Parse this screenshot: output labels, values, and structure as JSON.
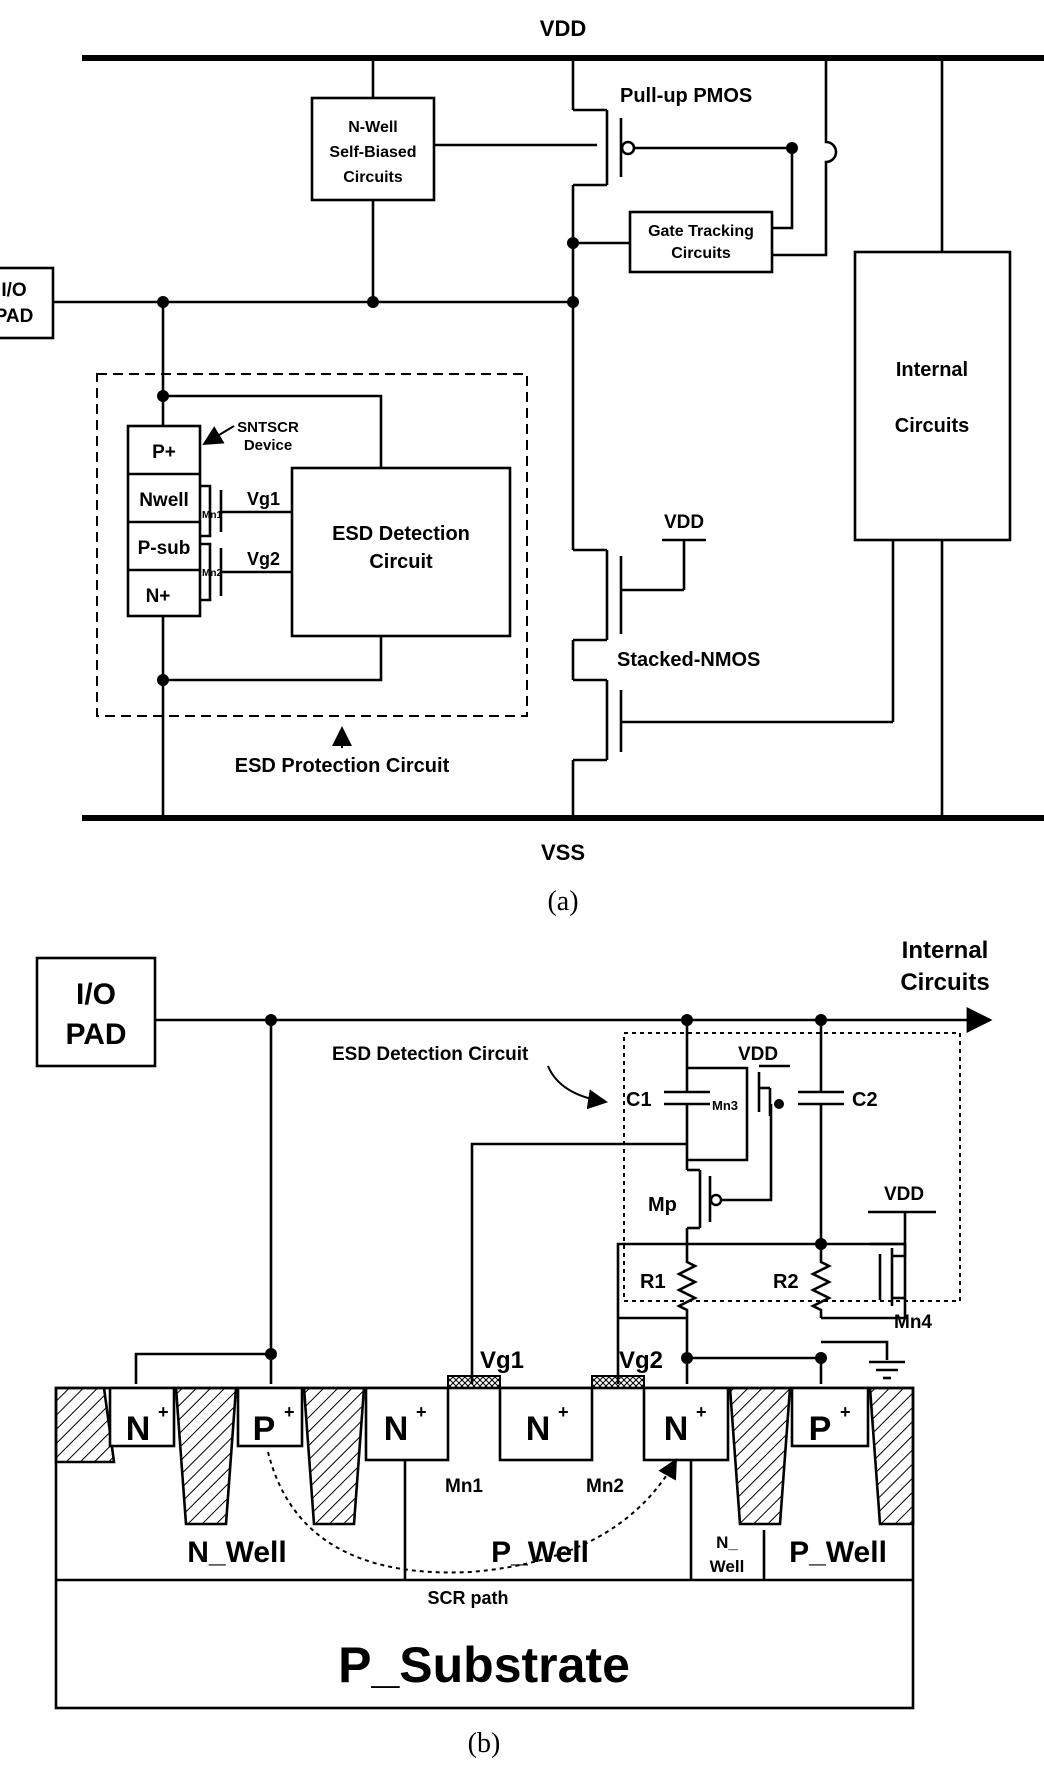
{
  "part_a": {
    "caption": "(a)",
    "vdd": "VDD",
    "vss": "VSS",
    "io_pad": [
      "I/O",
      "PAD"
    ],
    "nwell_box": [
      "N-Well",
      "Self-Biased",
      "Circuits"
    ],
    "pullup": "Pull-up PMOS",
    "gate_tracking": [
      "Gate Tracking",
      "Circuits"
    ],
    "internal": [
      "Internal",
      "Circuits"
    ],
    "sntscr": [
      "SNTSCR",
      "Device"
    ],
    "device_layers": [
      "P+",
      "Nwell",
      "P-sub",
      "N+"
    ],
    "mn1": "Mn1",
    "mn2": "Mn2",
    "vg1": "Vg1",
    "vg2": "Vg2",
    "esd_detection": [
      "ESD Detection",
      "Circuit"
    ],
    "vdd_small": "VDD",
    "stacked": "Stacked-NMOS",
    "esd_protection": "ESD Protection Circuit"
  },
  "part_b": {
    "caption": "(b)",
    "io_pad": [
      "I/O",
      "PAD"
    ],
    "internal": [
      "Internal",
      "Circuits"
    ],
    "esd_detection": "ESD Detection Circuit",
    "c1": "C1",
    "c2": "C2",
    "mn3": "Mn3",
    "vdd1": "VDD",
    "mp": "Mp",
    "vdd2": "VDD",
    "r1": "R1",
    "r2": "R2",
    "mn4": "Mn4",
    "vg1": "Vg1",
    "vg2": "Vg2",
    "diff": [
      "N",
      "P",
      "N",
      "N",
      "N",
      "P"
    ],
    "mn1": "Mn1",
    "mn2": "Mn2",
    "nwell": "N_Well",
    "pwell1": "P_Well",
    "nwell_small": [
      "N_",
      "Well"
    ],
    "pwell2": "P_Well",
    "scr": "SCR path",
    "substrate": "P_Substrate"
  }
}
